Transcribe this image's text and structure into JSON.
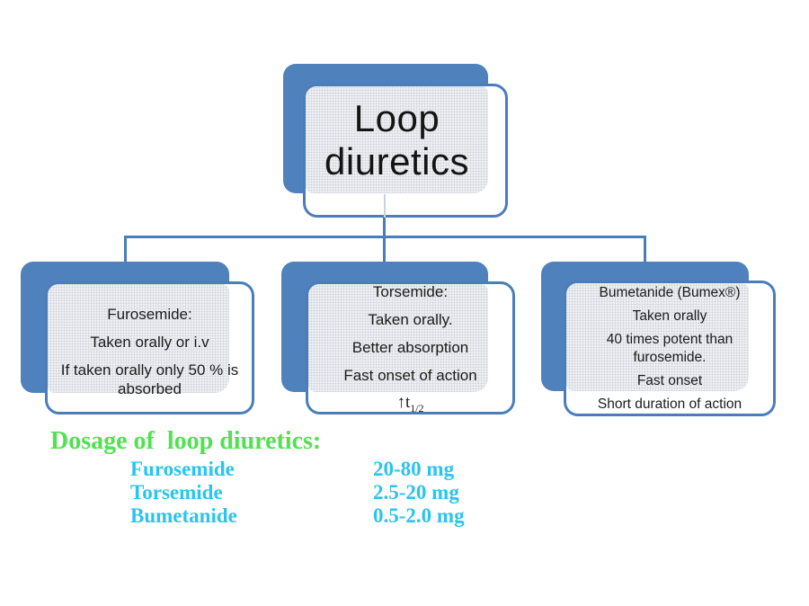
{
  "colors": {
    "box_blue": "#4f81bd",
    "box_border": "#4a7ebb",
    "connector": "#4a7ebb",
    "texture_bg": "#eff0f3",
    "text_dark": "#1b1b1b",
    "heading_green": "#53e153",
    "dosage_cyan": "#29c4ef"
  },
  "root": {
    "title": "Loop diuretics"
  },
  "children": [
    {
      "id": "furosemide",
      "lines": [
        "Furosemide:",
        "Taken orally or i.v",
        "If taken orally only 50 % is absorbed"
      ]
    },
    {
      "id": "torsemide",
      "lines": [
        "Torsemide:",
        "Taken orally.",
        "Better absorption",
        "Fast onset of action"
      ],
      "half_life": {
        "prefix": "↑t",
        "sub": "1/2"
      }
    },
    {
      "id": "bumetanide",
      "lines": [
        "Bumetanide (Bumex®)",
        "Taken orally",
        "40 times potent than furosemide.",
        "Fast onset",
        "Short duration of action"
      ]
    }
  ],
  "dosage": {
    "heading": "Dosage of  loop diuretics:",
    "rows": [
      {
        "name": "Furosemide",
        "dose": "20-80 mg"
      },
      {
        "name": "Torsemide",
        "dose": "2.5-20 mg"
      },
      {
        "name": "Bumetanide",
        "dose": "0.5-2.0 mg"
      }
    ]
  }
}
